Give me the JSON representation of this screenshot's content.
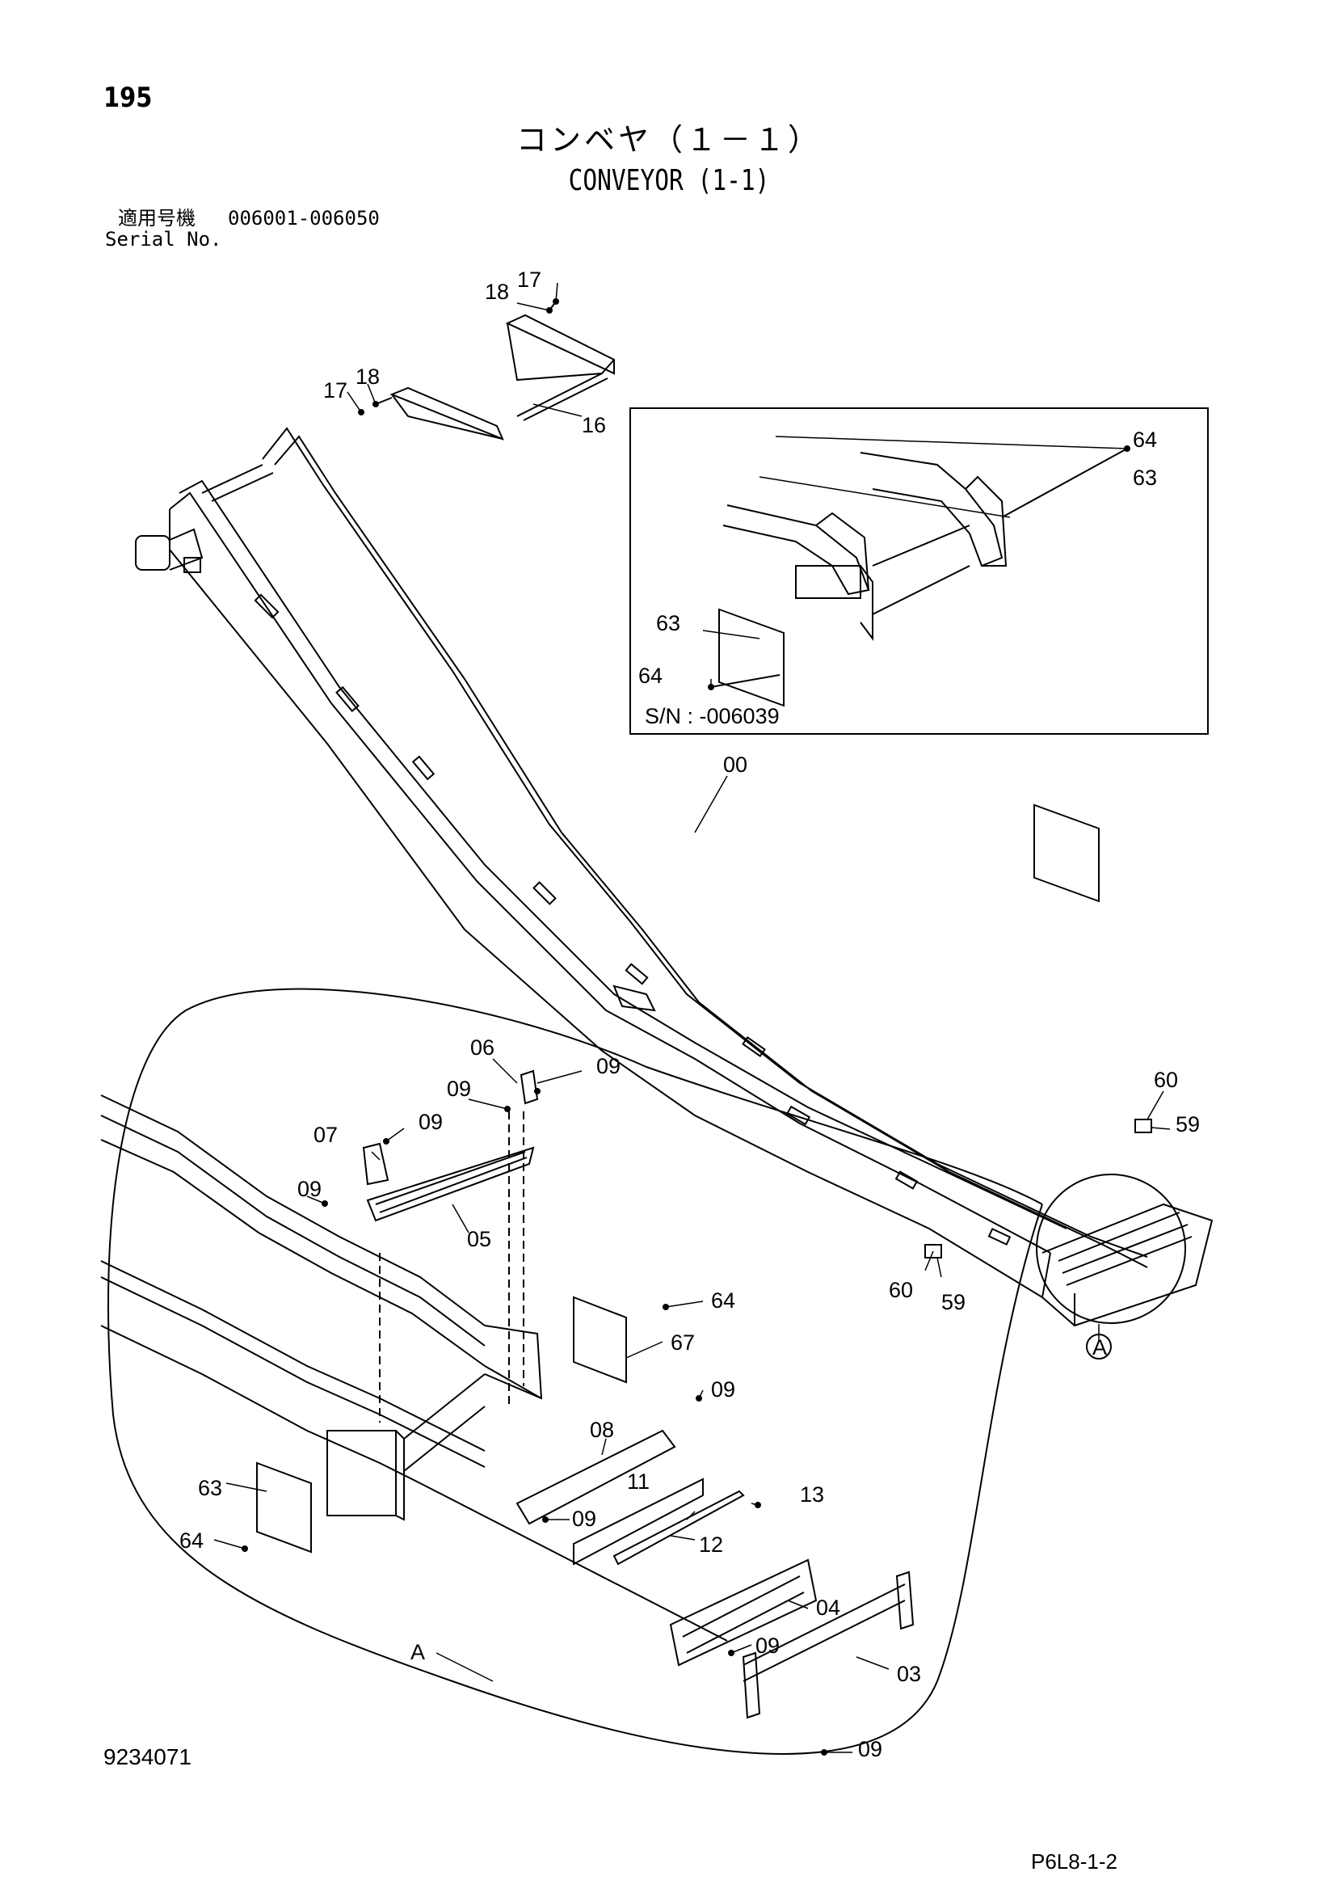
{
  "header": {
    "page_number": "195",
    "title_jp": "コンベヤ（１－１）",
    "title_en": "CONVEYOR (1-1)",
    "serial_label_jp": "適用号機",
    "serial_range": "006001-006050",
    "serial_label_en": "Serial No."
  },
  "inset": {
    "serial_note": "S/N : -006039"
  },
  "detail": {
    "marker": "A"
  },
  "labels": {
    "p00": "00",
    "p03": "03",
    "p04": "04",
    "p05": "05",
    "p06": "06",
    "p07": "07",
    "p08": "08",
    "p09": "09",
    "p11": "11",
    "p12": "12",
    "p13": "13",
    "p16": "16",
    "p17": "17",
    "p18": "18",
    "p59": "59",
    "p60": "60",
    "p63": "63",
    "p64": "64",
    "p67": "67"
  },
  "footer": {
    "drawing_number": "9234071",
    "page_code": "P6L8-1-2"
  }
}
